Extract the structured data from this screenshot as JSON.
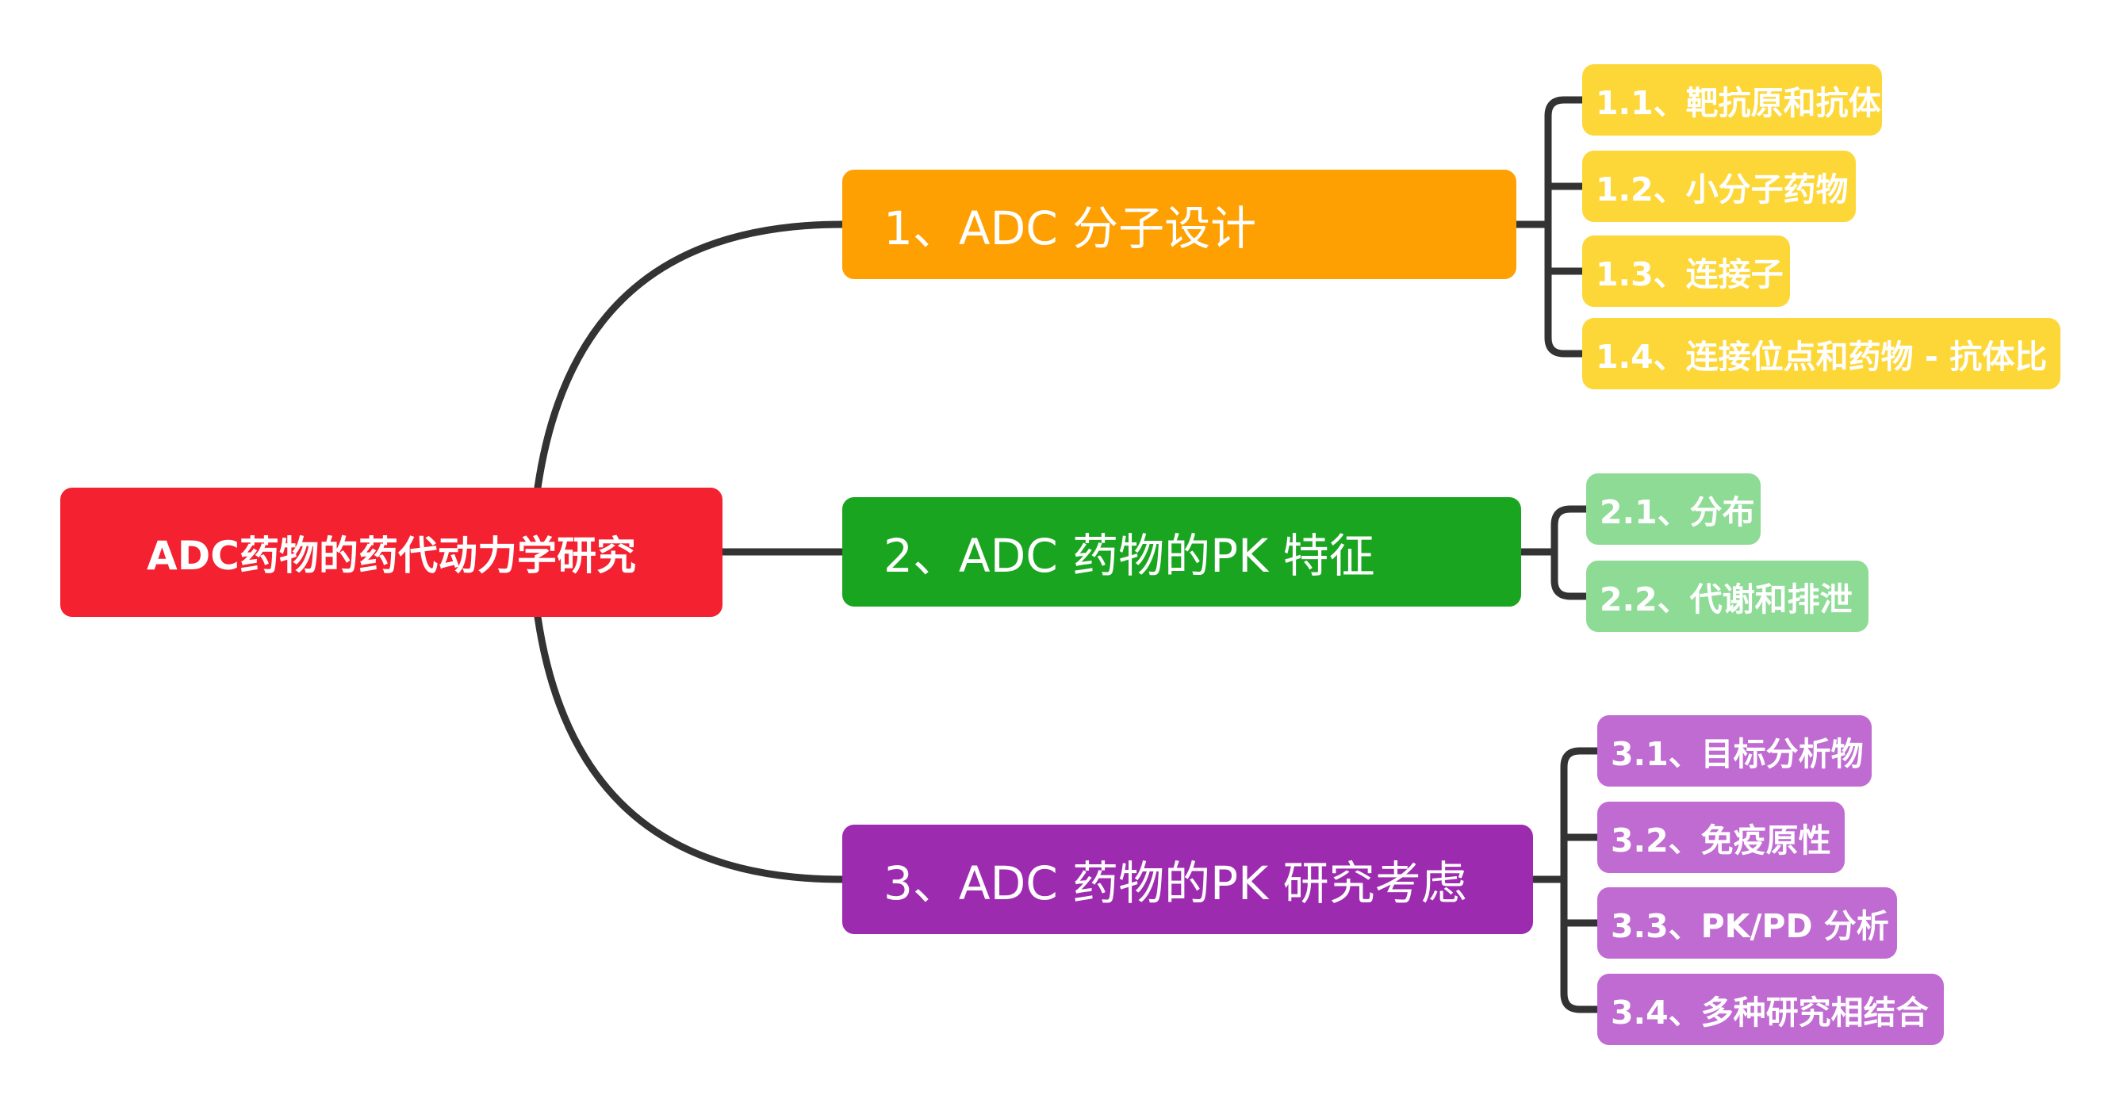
{
  "root": {
    "label": "ADC药物的药代动力学研究"
  },
  "branches": [
    {
      "label": "1、ADC 分子设计",
      "color": "#fea002",
      "children": [
        "1.1、靶抗原和抗体",
        "1.2、小分子药物",
        "1.3、连接子",
        "1.4、连接位点和药物 - 抗体比"
      ],
      "child_color": "#fdd738"
    },
    {
      "label": "2、ADC 药物的PK 特征",
      "color": "#1aa520",
      "children": [
        "2.1、分布",
        "2.2、代谢和排泄"
      ],
      "child_color": "#8ddb95"
    },
    {
      "label": "3、ADC 药物的PK 研究考虑",
      "color": "#9d2bb0",
      "children": [
        "3.1、目标分析物",
        "3.2、免疫原性",
        "3.3、PK/PD 分析",
        "3.4、多种研究相结合"
      ],
      "child_color": "#c06bd2"
    }
  ],
  "root_color": "#f42130",
  "connector_color": "#333333"
}
